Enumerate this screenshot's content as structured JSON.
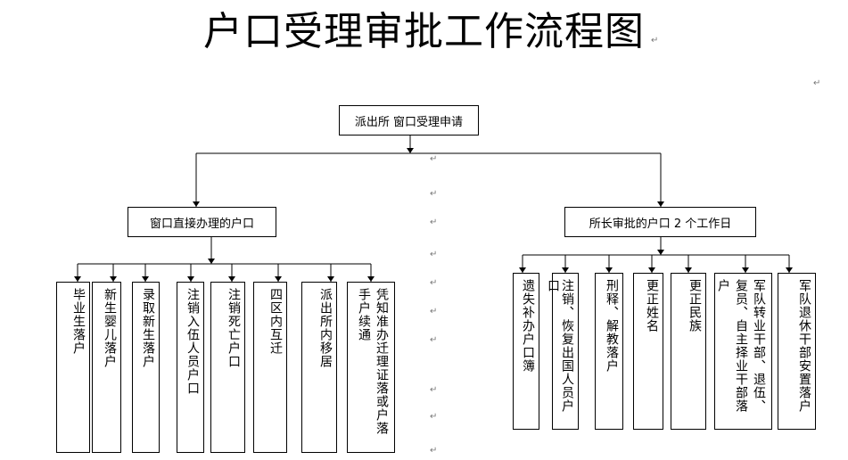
{
  "diagram": {
    "title": "户口受理审批工作流程图",
    "root": "派出所 窗口受理申请",
    "branches": [
      {
        "label": "窗口直接办理的户口",
        "items": [
          "毕业生落户",
          "新生婴儿落户",
          "录取新生落户",
          "注销入伍人员户口",
          "注销死亡户口",
          "四区内互迁",
          "派出所内移居",
          "凭知准办迁理证落或户落手户续通"
        ]
      },
      {
        "label": "所长审批的户口 2 个工作日",
        "items": [
          "遗失补办户口簿",
          "注销、恢复出国人员户口",
          "刑释、解教落户",
          "更正姓名",
          "更正民族",
          "军队转业干部、退伍、复员、自主择业干部落户",
          "军队退休干部安置落户"
        ]
      }
    ]
  }
}
